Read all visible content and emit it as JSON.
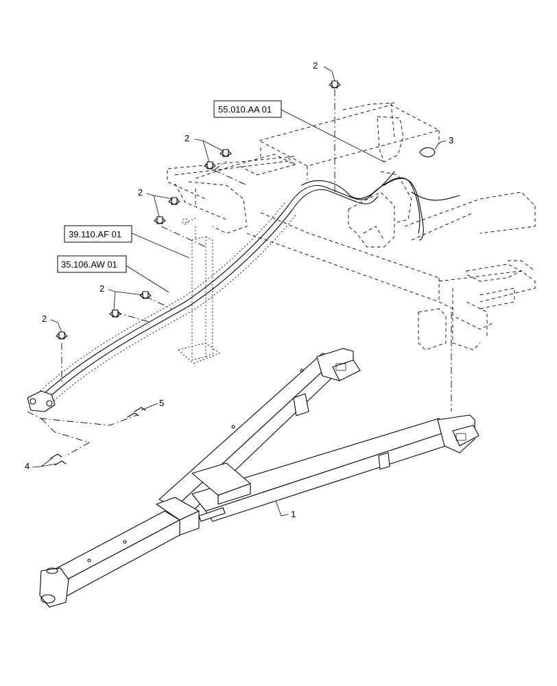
{
  "references": {
    "ref_55": "55.010.AA 01",
    "ref_39": "39.110.AF 01",
    "ref_35": "35.106.AW 01"
  },
  "callouts": {
    "c1": "1",
    "c2a": "2",
    "c2b": "2",
    "c2c": "2",
    "c2d": "2",
    "c2e": "2",
    "c3": "3",
    "c4": "4",
    "c5": "5"
  }
}
